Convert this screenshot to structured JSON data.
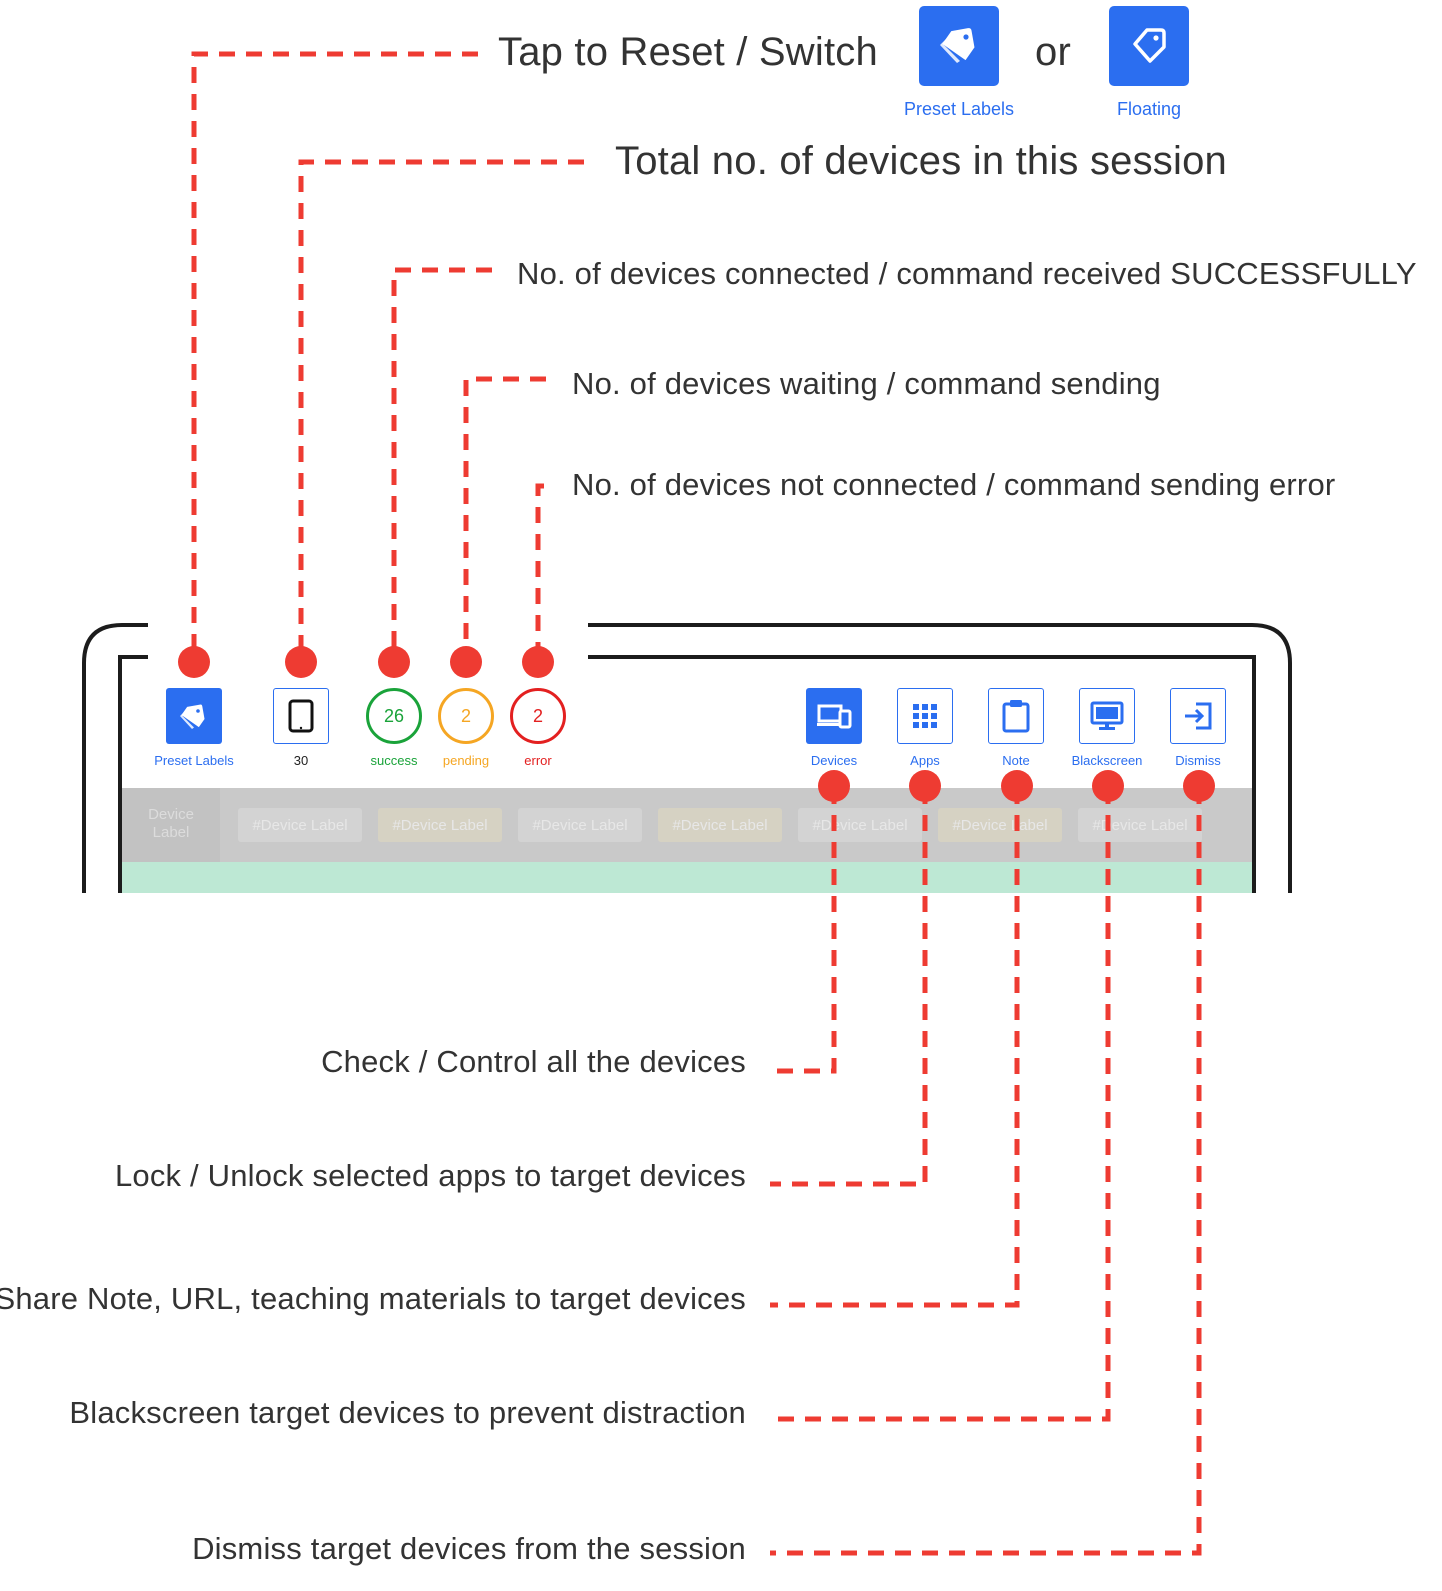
{
  "callouts": {
    "reset_switch": "Tap to Reset / Switch",
    "or": "or",
    "total": "Total no. of devices in this session",
    "success": "No. of devices connected / command received SUCCESSFULLY",
    "pending": "No. of devices waiting / command sending",
    "error": "No. of devices not connected / command sending error",
    "devices": "Check / Control all the devices",
    "apps": "Lock / Unlock selected apps to target devices",
    "note": "Share Note, URL, teaching materials to target devices",
    "blackscreen": "Blackscreen target devices to prevent distraction",
    "dismiss": "Dismiss target devices from the session"
  },
  "legend": {
    "preset_labels": "Preset Labels",
    "floating": "Floating"
  },
  "toolbar": {
    "preset_labels": "Preset Labels",
    "total_count": "30",
    "success_count": "26",
    "success_label": "success",
    "pending_count": "2",
    "pending_label": "pending",
    "error_count": "2",
    "error_label": "error",
    "devices": "Devices",
    "apps": "Apps",
    "note": "Note",
    "blackscreen": "Blackscreen",
    "dismiss": "Dismiss"
  },
  "label_row": {
    "header": "Device Label",
    "chips": [
      "#Device Label",
      "#Device Label",
      "#Device Label",
      "#Device Label",
      "#Device Label",
      "#Device Label",
      "#Device Label"
    ]
  },
  "colors": {
    "accent": "#2b6ef0",
    "callout_line": "#ee3b32",
    "success": "#1aa33a",
    "pending": "#f5a623",
    "error": "#e32020",
    "label_bar": "#c9c9c9",
    "green_bar": "#bde8d4"
  },
  "icons": {
    "tag": "tag-icon",
    "tablet": "tablet-icon",
    "devices": "devices-icon",
    "apps": "grid-icon",
    "note": "clipboard-icon",
    "blackscreen": "monitor-icon",
    "dismiss": "sign-in-icon"
  }
}
